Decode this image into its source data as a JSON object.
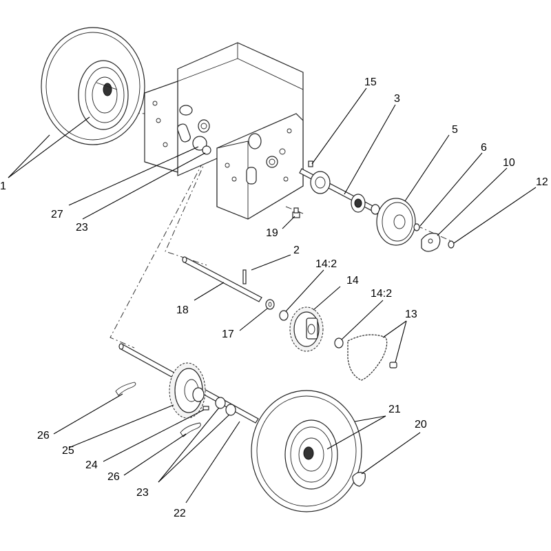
{
  "callouts": {
    "c1": "1",
    "c2": "2",
    "c3": "3",
    "c5": "5",
    "c6": "6",
    "c10": "10",
    "c12": "12",
    "c13": "13",
    "c14": "14",
    "c14_2a": "14:2",
    "c14_2b": "14:2",
    "c15": "15",
    "c17": "17",
    "c18": "18",
    "c19": "19",
    "c20": "20",
    "c21": "21",
    "c22": "22",
    "c23a": "23",
    "c23b": "23",
    "c24": "24",
    "c25": "25",
    "c26a": "26",
    "c26b": "26",
    "c27": "27"
  }
}
